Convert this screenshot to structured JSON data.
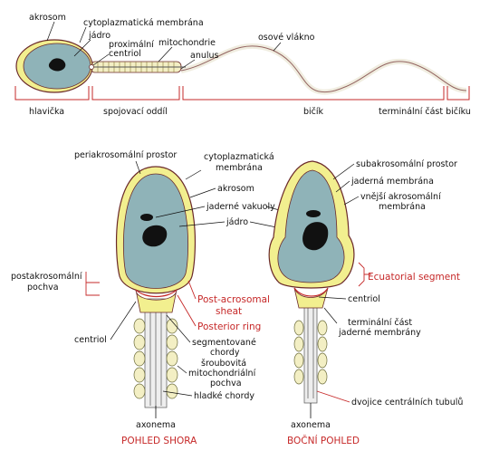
{
  "figure": {
    "top": {
      "akrosom": "akrosom",
      "cyto": "cytoplazmatická membrána",
      "jadro": "jádro",
      "prox1": "proximální",
      "prox2": "centriol",
      "mito": "mitochondrie",
      "anulus": "anulus",
      "osove": "osové vlákno",
      "hlavicka": "hlavička",
      "spojovaci": "spojovací oddíl",
      "bicik": "bičík",
      "terminal": "terminální část bičíku"
    },
    "left": {
      "periakrosomalni": "periakrosomální prostor",
      "postakro1": "postakrosomální",
      "postakro2": "pochva",
      "centriol": "centriol",
      "axonema": "axonema",
      "view_title": "POHLED SHORA"
    },
    "middle": {
      "cyto1": "cytoplazmatická",
      "cyto2": "membrána",
      "akrosom": "akrosom",
      "jaderne_vakuoly": "jaderné vakuoly",
      "jadro": "jádro",
      "post_acro1": "Post-acrosomal",
      "post_acro2": "sheat",
      "posterior_ring": "Posterior ring",
      "segm1": "segmentované",
      "segm2": "chordy",
      "sroub1": "šroubovitá",
      "sroub2": "mitochondriální",
      "sroub3": "pochva",
      "hladke": "hladké chordy"
    },
    "right": {
      "subakro": "subakrosomální prostor",
      "jaderna_membrana": "jaderná membrána",
      "vnejsi1": "vnější akrosomální",
      "vnejsi2": "membrána",
      "ecuatorial": "Ecuatorial segment",
      "centriol": "centriol",
      "term1": "terminální část",
      "term2": "jaderné membrány",
      "dvojice": "dvojice centrálních tubulů",
      "axonema": "axonema",
      "view_title": "BOČNÍ POHLED"
    },
    "colors": {
      "nucleus": "#8fb3b8",
      "acrosome": "#f2ef8f",
      "membrane": "#6b2a2a",
      "red_label": "#c62828",
      "mitochondria": "#f3efc4",
      "nucleus_dark": "#111111"
    }
  }
}
